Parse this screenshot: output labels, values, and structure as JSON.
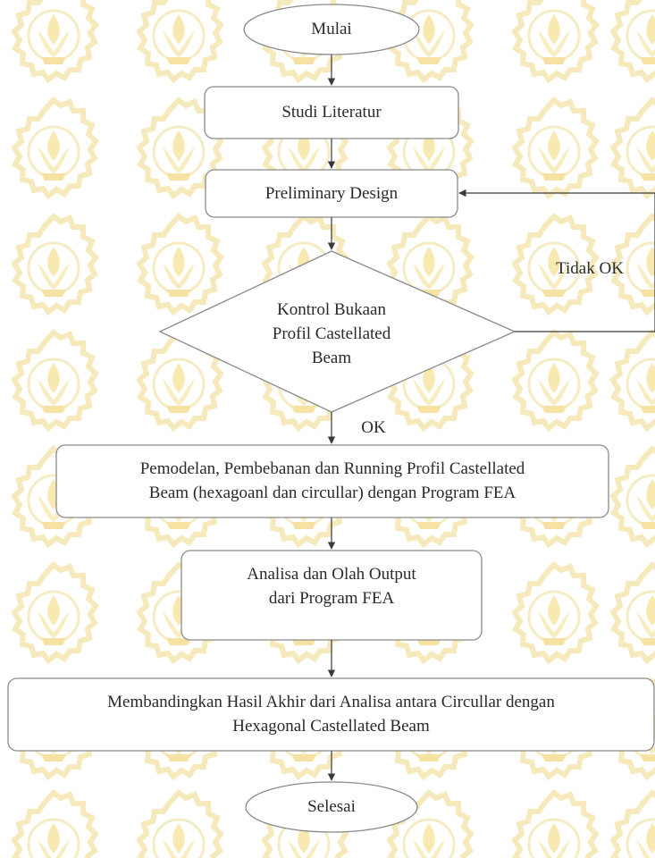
{
  "nodes": {
    "start": {
      "label": "Mulai"
    },
    "literature": {
      "label": "Studi Literatur"
    },
    "preliminary": {
      "label": "Preliminary Design"
    },
    "decision": {
      "lines": [
        "Kontrol Bukaan",
        "Profil Castellated",
        "Beam"
      ]
    },
    "modeling": {
      "lines": [
        "Pemodelan, Pembebanan dan Running Profil Castellated",
        "Beam (hexagoanl dan circullar) dengan Program FEA"
      ]
    },
    "analysis": {
      "lines": [
        "Analisa dan Olah Output",
        "dari Program FEA"
      ]
    },
    "compare": {
      "lines": [
        "Membandingkan Hasil Akhir dari Analisa antara Circullar dengan",
        "Hexagonal Castellated Beam"
      ]
    },
    "end": {
      "label": "Selesai"
    }
  },
  "edges": {
    "no_label": "Tidak OK",
    "yes_label": "OK"
  },
  "colors": {
    "stroke": "#8a8a8a",
    "arrow": "#3a3a3a",
    "text": "#2a2a2a",
    "watermark": "#f3e7b6"
  }
}
